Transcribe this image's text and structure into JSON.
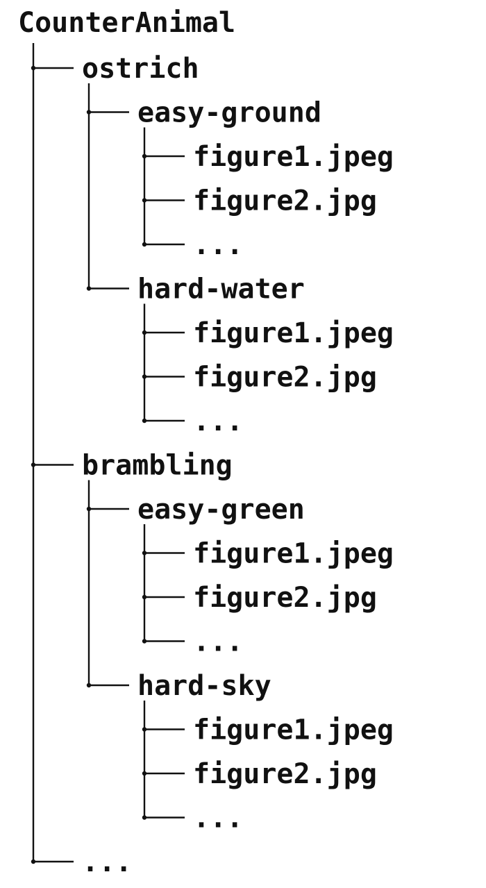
{
  "tree": {
    "root": "CounterAnimal",
    "children": [
      {
        "label": "ostrich",
        "children": [
          {
            "label": "easy-ground",
            "children": [
              {
                "label": "figure1.jpeg"
              },
              {
                "label": "figure2.jpg"
              },
              {
                "label": "..."
              }
            ]
          },
          {
            "label": "hard-water",
            "children": [
              {
                "label": "figure1.jpeg"
              },
              {
                "label": "figure2.jpg"
              },
              {
                "label": "..."
              }
            ]
          }
        ]
      },
      {
        "label": "brambling",
        "children": [
          {
            "label": "easy-green",
            "children": [
              {
                "label": "figure1.jpeg"
              },
              {
                "label": "figure2.jpg"
              },
              {
                "label": "..."
              }
            ]
          },
          {
            "label": "hard-sky",
            "children": [
              {
                "label": "figure1.jpeg"
              },
              {
                "label": "figure2.jpg"
              },
              {
                "label": "..."
              }
            ]
          }
        ]
      },
      {
        "label": "..."
      }
    ]
  }
}
